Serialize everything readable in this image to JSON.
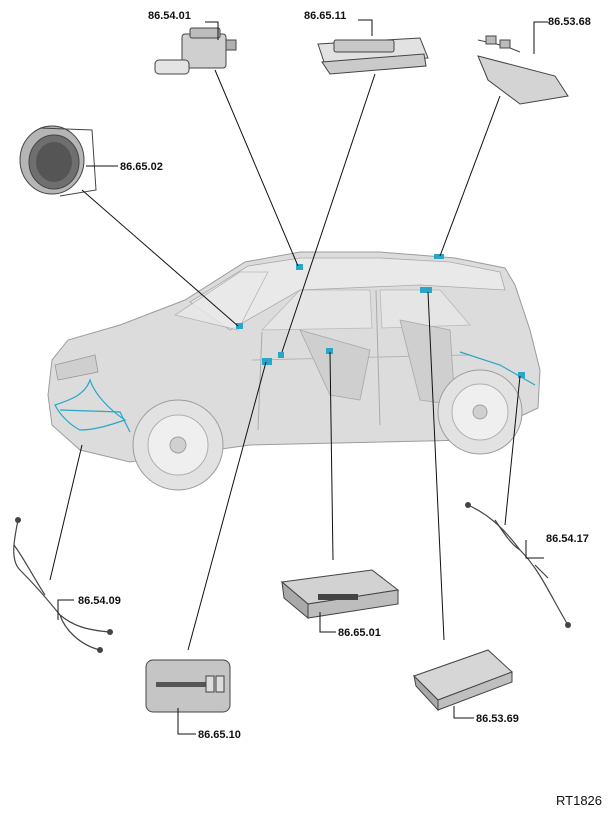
{
  "diagram": {
    "reference": "RT1826",
    "colors": {
      "harness": "#2aa6c8",
      "ghost_body": "#d8d8d8",
      "line": "#111111"
    },
    "labels": {
      "sensor_top": "86.54.01",
      "lamp_top": "86.65.11",
      "module_top_right": "86.53.68",
      "button_left": "86.65.02",
      "harness_front": "86.54.09",
      "module_center": "86.65.01",
      "panel_bottom_left": "86.65.10",
      "harness_rear": "86.54.17",
      "module_bottom_right": "86.53.69"
    }
  }
}
